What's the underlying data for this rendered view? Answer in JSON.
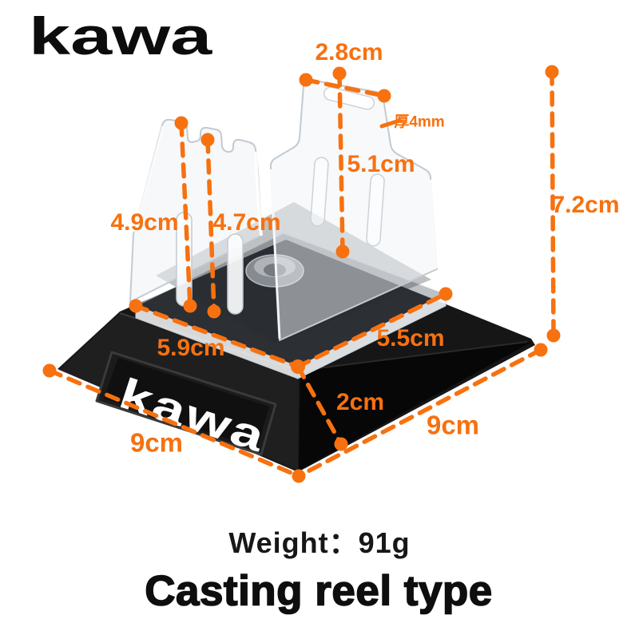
{
  "brand": {
    "logo": "kawa",
    "base_logo": "kawa"
  },
  "colors": {
    "annotation_orange": "#f77110",
    "base_black": "#161616",
    "text_black": "#111111",
    "background": "#ffffff"
  },
  "dimensions": {
    "top_width": "2.8cm",
    "plate_thickness": "厚4mm",
    "right_plate_inner_height": "5.1cm",
    "total_height": "7.2cm",
    "left_plate_height": "4.9cm",
    "left_plate_inner_height": "4.7cm",
    "tray_front_left_edge": "5.9cm",
    "tray_front_right_edge": "5.5cm",
    "base_height": "2cm",
    "base_bottom_left_edge": "9cm",
    "base_bottom_right_edge": "9cm"
  },
  "footer": {
    "weight": "Weight：91g",
    "product_type": "Casting reel type"
  }
}
